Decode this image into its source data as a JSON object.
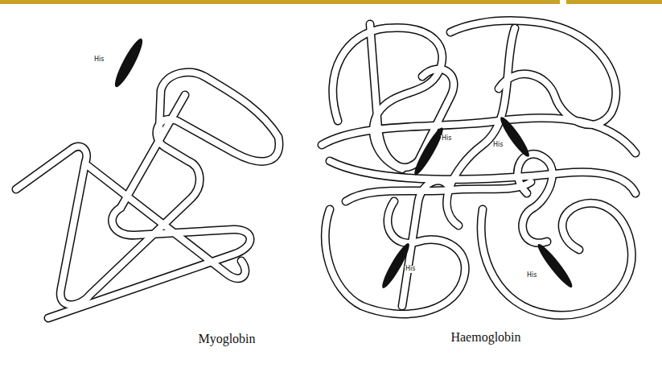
{
  "diagram": {
    "labels": [
      "His",
      "His",
      "His",
      "His",
      "His",
      "Myoglobin",
      "Haemoglobin"
    ]
  }
}
